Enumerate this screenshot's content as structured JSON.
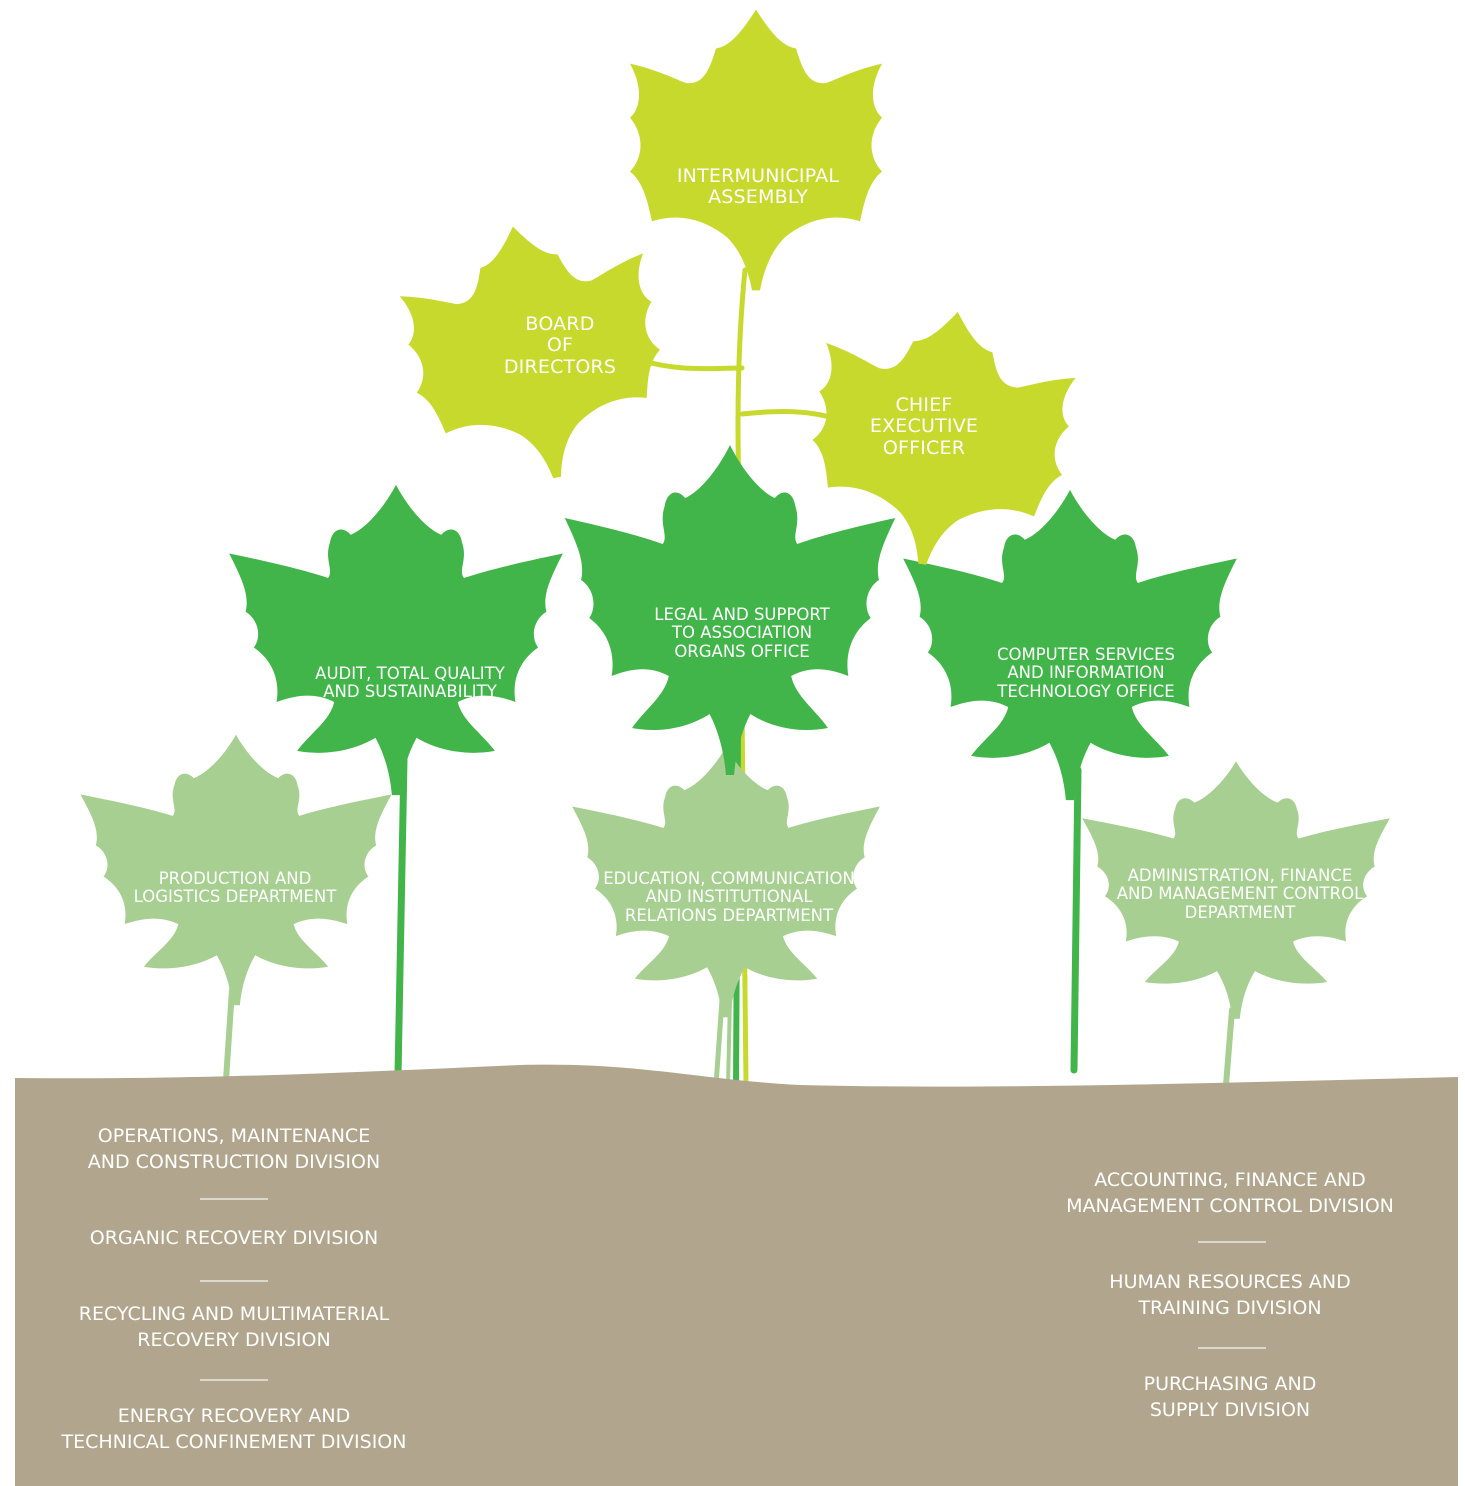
{
  "colors": {
    "lime": "#c8d92e",
    "green": "#41b54a",
    "pale": "#a8cf92",
    "ground": "#b1a68d",
    "text": "#ffffff"
  },
  "top_leaves": {
    "assembly": "INTERMUNICIPAL\nASSEMBLY",
    "board": "BOARD\nOF\nDIRECTORS",
    "ceo": "CHIEF\nEXECUTIVE\nOFFICER"
  },
  "middle_leaves": {
    "audit": "AUDIT, TOTAL QUALITY\nAND SUSTAINABILITY",
    "legal": "LEGAL AND SUPPORT\nTO ASSOCIATION\nORGANS OFFICE",
    "computer": "COMPUTER SERVICES\nAND INFORMATION\nTECHNOLOGY OFFICE"
  },
  "departments": {
    "production": "PRODUCTION AND\nLOGISTICS DEPARTMENT",
    "education": "EDUCATION, COMMUNICATION\nAND INSTITUTIONAL\nRELATIONS DEPARTMENT",
    "administration": "ADMINISTRATION, FINANCE\nAND MANAGEMENT CONTROL\nDEPARTMENT"
  },
  "divisions_left": [
    "OPERATIONS, MAINTENANCE\nAND CONSTRUCTION DIVISION",
    "ORGANIC RECOVERY DIVISION",
    "RECYCLING AND MULTIMATERIAL\nRECOVERY DIVISION",
    "ENERGY RECOVERY AND\nTECHNICAL CONFINEMENT DIVISION"
  ],
  "divisions_right": [
    "ACCOUNTING, FINANCE AND\nMANAGEMENT CONTROL DIVISION",
    "HUMAN RESOURCES AND\nTRAINING DIVISION",
    "PURCHASING AND\nSUPPLY DIVISION"
  ]
}
